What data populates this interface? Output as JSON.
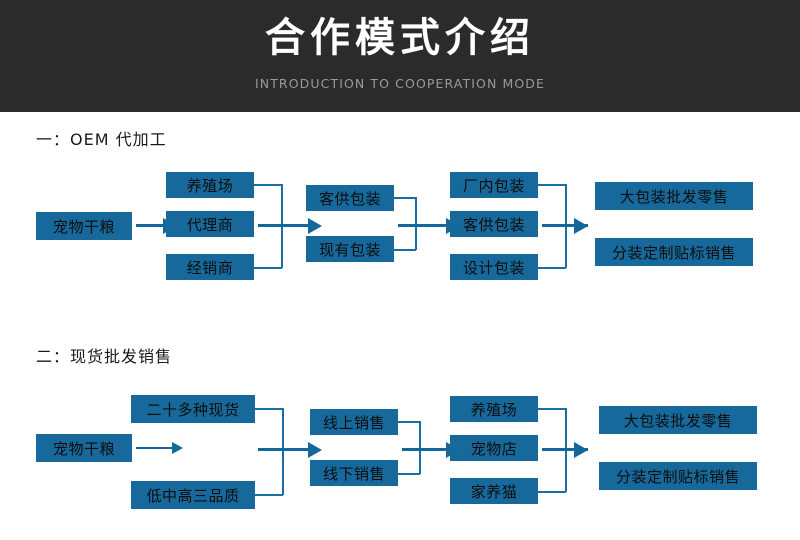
{
  "header": {
    "title": "合作模式介绍",
    "subtitle": "INTRODUCTION TO COOPERATION MODE",
    "background_color": "#2b2b2b",
    "title_color": "#ffffff",
    "subtitle_color": "#9a9a9a"
  },
  "theme": {
    "box_fill": "#17699c",
    "line_color": "#15679b",
    "box_text_color": "#0d0d0d",
    "page_background": "#ffffff"
  },
  "sections": [
    {
      "heading": "一：OEM 代加工",
      "columns": [
        {
          "name": "source",
          "boxes": [
            "宠物干粮"
          ]
        },
        {
          "name": "channel",
          "boxes": [
            "养殖场",
            "代理商",
            "经销商"
          ]
        },
        {
          "name": "packaging-source",
          "boxes": [
            "客供包装",
            "现有包装"
          ]
        },
        {
          "name": "packaging-type",
          "boxes": [
            "厂内包装",
            "客供包装",
            "设计包装"
          ]
        },
        {
          "name": "outcome",
          "boxes": [
            "大包装批发零售",
            "分装定制贴标销售"
          ]
        }
      ]
    },
    {
      "heading": "二：现货批发销售",
      "columns": [
        {
          "name": "source",
          "boxes": [
            "宠物干粮"
          ]
        },
        {
          "name": "stock",
          "boxes": [
            "二十多种现货",
            "低中高三品质"
          ]
        },
        {
          "name": "sales-channel",
          "boxes": [
            "线上销售",
            "线下销售"
          ]
        },
        {
          "name": "customer",
          "boxes": [
            "养殖场",
            "宠物店",
            "家养猫"
          ]
        },
        {
          "name": "outcome",
          "boxes": [
            "大包装批发零售",
            "分装定制贴标销售"
          ]
        }
      ]
    }
  ]
}
